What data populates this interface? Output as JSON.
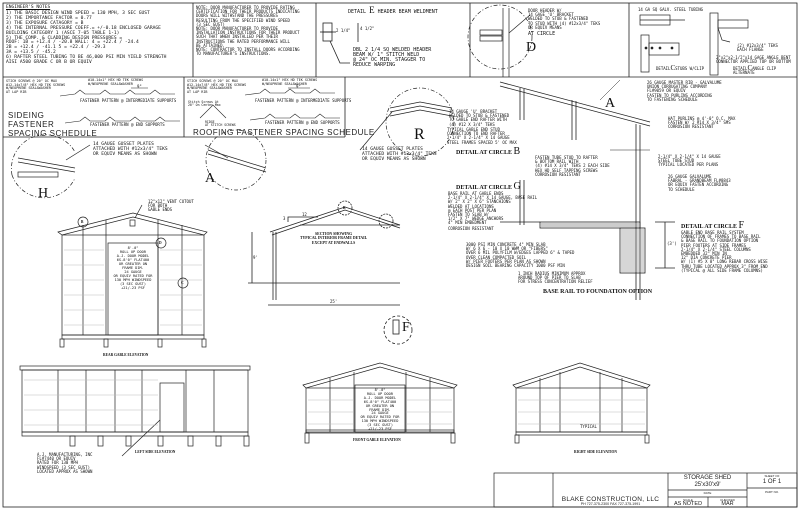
{
  "engineer_notes": {
    "title": "ENGINEER'S NOTES",
    "text": "1) THE BASIC DESIGN WIND SPEED = 130 MPH, 3 SEC GUST\n2) THE IMPORTANCE FACTOR = 0.77\n3) THE EXPOSURE CATAGORY = B\n4) THE INTERNAL PRESSURE COEFF.= +/-0.18  ENCLOSED GARAGE\n    BUILDING CATEGORY 1  (ASCE 7-05 TABLE 1-1)\n5) THE COMP. & CLADDING DESIGN PRESSURES =\n    ROOF: 1B = +12.4 / -20.8    WALL: 4 = +22.4 / -24.4\n          2B = +12.4 / -41.1          5 = +22.4 / -29.3\n          3A = +13.5 / -45.2\n6) RAFTER STEEL TUBING TO BE 46,000 PSI MIN YIELD STRENGTH\n    AISI  A500 GRADE C OR B OR EQUIV"
  },
  "door_notes": "NOTE: DOOR MANUFACTURER TO PROVIDE RATING\nCERTIFICATION FOR THEIR PRODUCTS INDICATING\nDOORS WILL WITHSTAND THE PRESSURES\nRESULTING FROM THE SPECIFIED WIND SPEED\n    (3 SEC GUST)\nNOTE: DOOR MANUFACTURER TO PROVIDE\nINSTALLATION INSTRUCTIONS FOR THEIR PRODUCT\nSUCH THAT WHEN INSTALLED PER THEIR\nINSTRUCTIONS THE RATED PERFORMANCE WILL\n    BE ATTAINED.\nNOTE: CONTRACTOR TO INSTALL DOORS ACCORDING\nTO MANUFACTURER'S INSTRUCTIONS.",
  "detail_e": {
    "prefix": "DETAIL",
    "letter": "E",
    "title": "HEADER BEAM WELDMENT",
    "dim": "2 1/4\"",
    "dim2": "4 1/2\"",
    "note": "DBL 2 1/4 SQ WELDED HEADER\nBEAM W/ 1\" STITCH WELD\n@ 24\" OC MIN. STAGGER TO\nREDUCE WARPING"
  },
  "detail_d": {
    "note": "DOOR HEADER W/\n14 GAGE 'U' BRACKET\nWELDED TO STUB & FASTENED\nTO STUD WITH (4) #12x3/4\" TEKS\nOR EQUIV MEANS",
    "at_circle": "AT CIRCLE",
    "letter": "D"
  },
  "detail_c": {
    "tubing": "14 GA SQ GALV. STEEL TUBING",
    "teks": "(2) #12x3/4\" TEKS\nEACH FLANGE",
    "clip": "2\"x2\"x2-1/2\"x14 GAGE ANGLE BENT\nCONNECTOR APPLIED TOP OR BOTTOM",
    "label1_prefix": "DETAIL",
    "label1_letter": "C",
    "label1_suffix": "STUBS W/CLIP",
    "label2_prefix": "DETAIL",
    "label2_letter": "C",
    "label2_suffix": "ANGLE CLIP ALTERNATE"
  },
  "siding": {
    "callout1": "STICH SCREWS @ 20\" OC MAX\n#12-14x7/8\" HEX HD TEK SCREWS\nW/NEOPRENE SEAL&WASHER\nAT LAP RIB",
    "callout2": "#10-14x1\" HEX HD TEK SCREWS\nW/NEOPRENE SEAL&WASHER",
    "dim": "9\"",
    "pattern_int": "FASTENER PATTERN @ INTERMEDIATE SUPPORTS",
    "pattern_end": "FASTENER PATTERN @ END SUPPORTS",
    "title": "SIDEING\nFASTENER\nSPACING SCHEDULE"
  },
  "roofing": {
    "callout1": "STICH SCREWS @ 20\" OC MAX\n#12-14x7/8\" HEX HD TEK SCREWS\nW/NEOPRENE SEAL&WASHER\nAT LAP RIB",
    "callout2": "#10-14x1\" HEX HD TEK SCREWS\nW/NEOPRENE SEAL&WASHER",
    "dim": "9\"",
    "ridge1": "Stitch Screws At\n20\" On Center Max",
    "ridge2": "RIDGE\nAT STITCH SCREWS",
    "pattern_int": "FASTENER PATTERN @ INTERMEDIATE SUPPORTS",
    "pattern_end": "FASTENER PATTERN @ END SUPPORTS",
    "title": "ROOFING FASTENER SPACING SCHEDULE"
  },
  "circles": {
    "H": "H",
    "A": "A",
    "R": "R",
    "B": "B",
    "D": "D",
    "E": "E",
    "F": "F",
    "G": "G",
    "C": "C"
  },
  "gusset_note": "14 GAUGE GUSSET PLATES\nATTACHED WITH #12x3/4\" TEKS\nOR EQUIV MEANS AS SHOWN",
  "gusset_note_r": "14 GAUGE GUSSET PLATES\nATTACHED WITH #12x3/4\" TEKS\nOR EQUIV MEANS AS SHOWN",
  "rear_gable": {
    "vent": "12\"x12\" VENT CUTOUT\nFOR BOTH\nGABLE ENDS",
    "door": "8'-0\"\nROLL UP DOOR\nA.J. DOOR MODEL\n6S-8'0\" FLAT400\nOR GREATER ON\nFRAME DIM.\n24 GAUGE\nOR EQUIV RATED FOR\n130 MPH WINDSPEED\n(3 SEC GUST)\n+21/-23 PSF",
    "label": "REAR GABLE ELEVATION"
  },
  "section": {
    "pitch_run": "12",
    "pitch_rise": "3",
    "height": "9'",
    "title": "SECTION SHOWING\nTYPICAL INTERIOR FRAME DETAIL\nEXCEPT AT ENDWALLS",
    "span": "25'"
  },
  "foundation": {
    "master_rib": "26 GAUGE MASTER RIB - GALVALUME\nUNION CORRUGATING COMPANY\nFL#9059 OR EQUIV\nFASTEN TO PURLINS ACCORDING\nTO FASTENING SCHEDULE",
    "u_bracket": "14 GAUGE 'U' BRACKET\nWELDED TO STUB & FASTENED\nTO GABLE END RAFTER WITH\n(4) #12 X 3/4\" TEKS",
    "gable_stud": "TYPICAL GABLE END STUD\nCONNECTION TO END RAFTER\n2-1/4\" X 2-1/4\" X 14 GAUGE\nSTEEL FRAMES SPACED 5' OC MAX",
    "detail_b": "DETAIL AT CIRCLE",
    "hat_purlins": "HAT PURLINS @ 4'-0\" O.C. MAX\nFASTEN W/ 2 #14 X 3/4\" SMS\nCORROSION RESISTANT",
    "fasten_tube": "FASTEN TUBE STUD TO RAFTER\n& BOTTOM RAIL WITH\n(4) #14 X 3/4\" TEKS 2 EACH SIDE\nHEX HD SELF TAPPING SCREWS\nCORROSION RESISTANT",
    "tube_stud": "2-1/4\" X 2-1/4\" X 14 GAUGE\nSTEEL TUBE STUD\nTYPICAL LOCATED PER PLANS",
    "galvalume": "26 GAUGE GALVALUME\nFABRAL - GRANDBEAM FL#8843\nOR EQUIV FASTEN ACCORDING\nTO SCHEDULE",
    "detail_g": "DETAIL AT CIRCLE",
    "base_rail": "BASE RAIL AT GABLE ENDS\n2-1/4\" X 2-1/4\" X 14 GAUGE, BASE RAIL\nW/ 2\" X 2\" X 6\" STANCHIONS\nWELDED AT LOCATIONS\n@ EACH POST PER PLAN\nFASTEN TO SLAB W/\n1/2\" X 7\" WEDGE ANCHORS\n4\" MIN EMBEDMENT",
    "corrosion": "CORROSION RESISTANT",
    "concrete": "3000 PSI MIN CONCRETE 4\" MIN SLAB\nW/ 6 X 6 - 10 X 10 WWM OR \"FIBERS\"\nOVER 6 MIL POLYFILM W/EDGES LAPPED 6\" & TAPED\nOVER CLEAN COMPACTED SOIL\nW/ PIER FOOTERS PER PLAN AS SHOWN\nDESIGN SOIL BEARING CAPACITY 1000 PSF MIN",
    "radius": "1 INCH RADIUS MINIMUM  APPROX\nAROUND TOP OF PIER TO SLAB\nFOR STRESS CONCENTRATION RELIEF",
    "option_title": "BASE RAIL TO FOUNDATION OPTION",
    "pier_dim": "(3')",
    "detail_f": "DETAIL AT CIRCLE",
    "detail_f_note": "GABLE END BASE RAIL SYSTEM\nCONNECTION OF FRAMES TO BASE RAIL\n& BASE RAIL TO FOUNDATION OPTION\nPIER FOOTERS AT SIDE FRAMES\n2-1/4\" X 2-1/4\" STEEL COLUMNS\nEMBEDDED 32\" MIN IN\n12\" DIA CONCRETE PIER\nW/ (1) #5 X 8\" LONG REBAR CROSS WISE\nTHRU TUBE LOCATED APPROX 3\" FROM END\n(TYPICAL @ ALL SIDE FRAME COLUMNS)"
  },
  "left_side": {
    "door_note": "A.J. MANUFACTURING, INC\nFL#7440 OR EQUIV\nRATED FOR 130 MPH\nWINDSPEED (3 SEC GUST)\nLOCATED APPROX AS SHOWN",
    "label": "LEFT SIDE ELEVATION"
  },
  "front_gable": {
    "door": "8'-0\"\nROLL UP DOOR\nA.J. DOOR MODEL\n6S-8'0\" FLAT400\nOR GREATER ON\nFRAME DIM.\n24 GAUGE\nOR EQUIV RATED FOR\n130 MPH WINDSPEED\n(3 SEC GUST)\n+21/-23 PSF",
    "label": "FRONT GABLE ELEVATION"
  },
  "right_side": {
    "typical": "TYPICAL",
    "label": "RIGHT SIDE ELEVATION"
  },
  "title_block": {
    "project": "STORAGE SHED",
    "size": "25'x30'x9'",
    "sheet_label": "SHEET  OF",
    "sheet": "1 OF 1",
    "date_label": "DATE",
    "part_label": "PART NO.",
    "company": "BLAKE CONSTRUCTION, LLC",
    "phone": "PH 727-375-2300     FAX  727-375-1991",
    "scale_label": "SCALE",
    "scale": "AS NOTED",
    "checked_label": "CHECKED",
    "checked": "MAR"
  }
}
